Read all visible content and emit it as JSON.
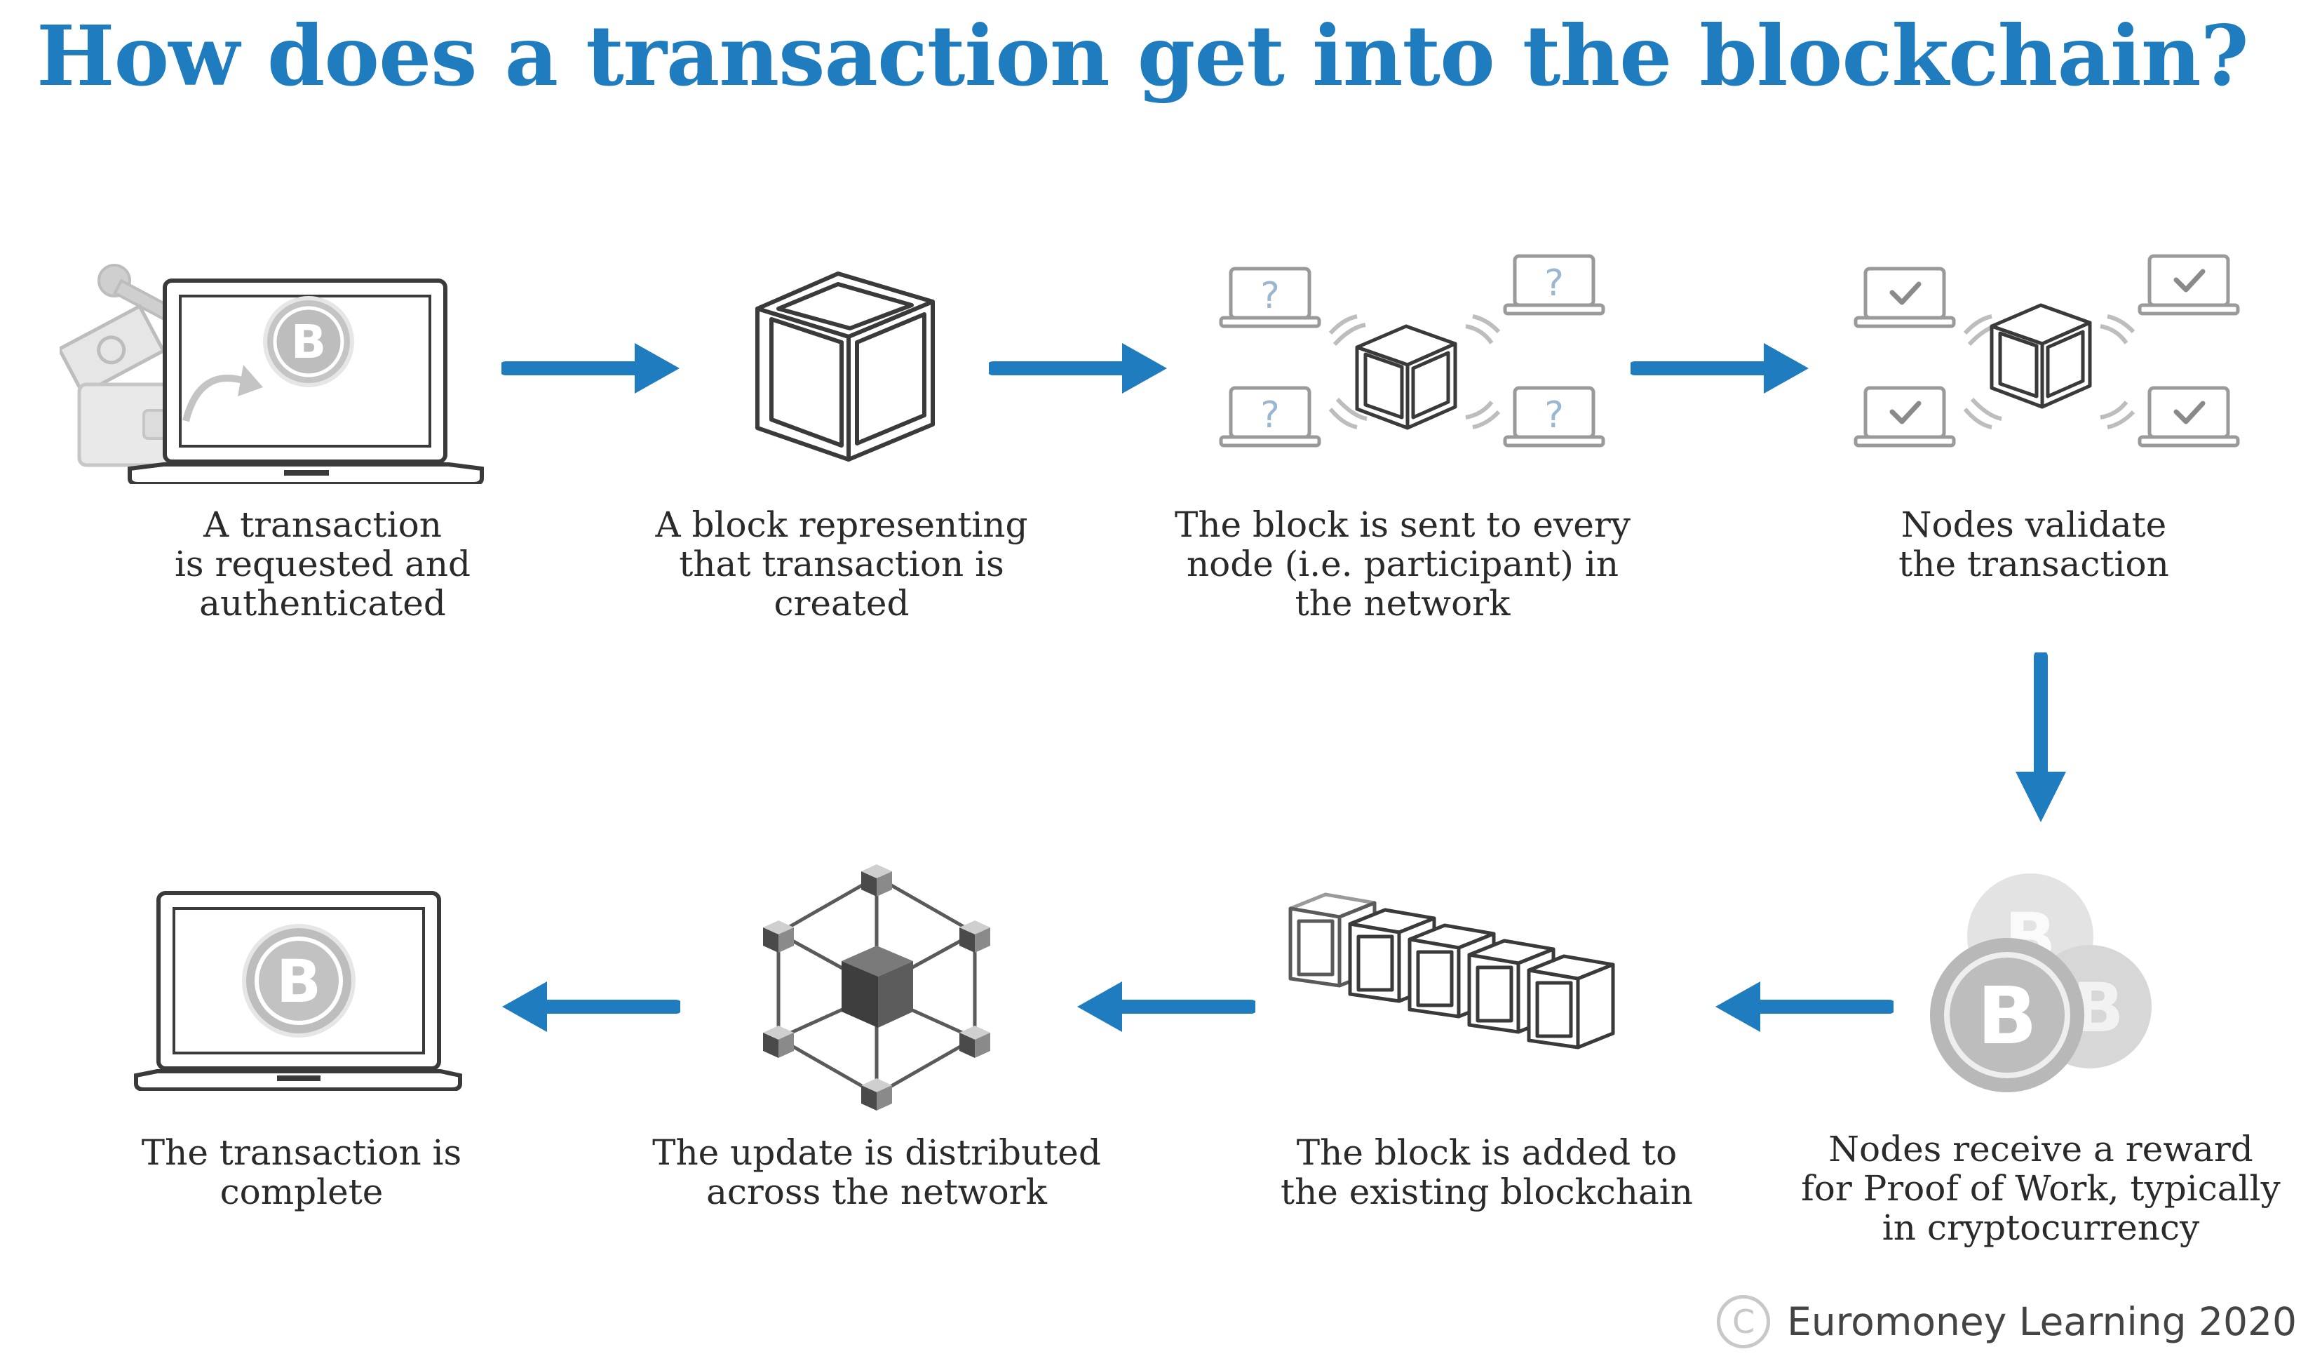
{
  "title": "How does a transaction get into the blockchain?",
  "steps": [
    {
      "label": "A transaction\nis requested and\nauthenticated"
    },
    {
      "label": "A block representing\nthat transaction is\ncreated"
    },
    {
      "label": "The block is sent to every\nnode (i.e. participant) in\nthe network"
    },
    {
      "label": "Nodes validate\nthe transaction"
    },
    {
      "label": "Nodes receive a reward\nfor Proof of Work, typically\nin cryptocurrency"
    },
    {
      "label": "The block is added to\nthe existing blockchain"
    },
    {
      "label": "The update is distributed\nacross the network"
    },
    {
      "label": "The transaction is\ncomplete"
    }
  ],
  "icons": {
    "bitcoin_symbol": "B",
    "unknown_symbol": "?",
    "copyright_symbol": "C"
  },
  "credit": "Euromoney Learning 2020",
  "colors": {
    "accent": "#1f7cbf",
    "text": "#2a2a2a",
    "icon_stroke": "#3a3a3a",
    "coin_gray": "#bdbdbd"
  }
}
